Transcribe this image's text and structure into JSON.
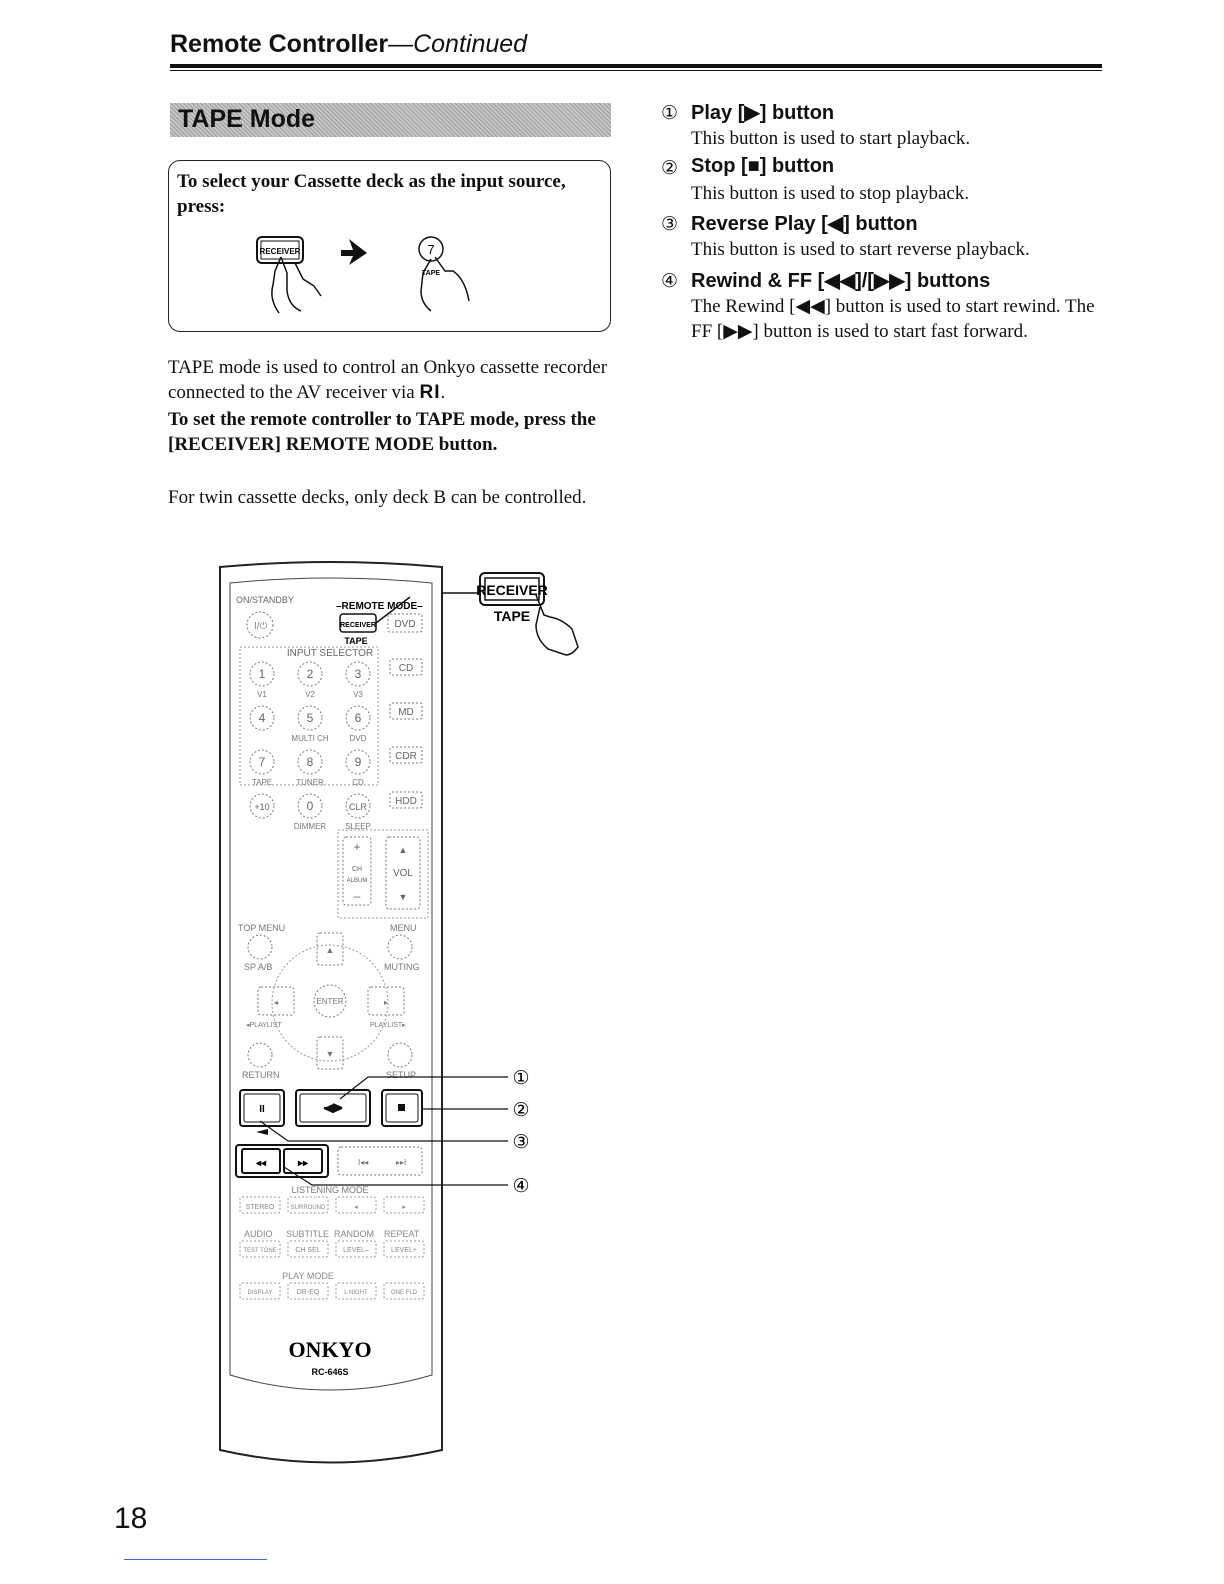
{
  "header": {
    "title": "Remote Controller",
    "title_continued": "—Continued"
  },
  "section": {
    "mode_title": "TAPE Mode"
  },
  "select_box": {
    "instruction": "To select your Cassette deck as the input source, press:",
    "receiver_key": "RECEIVER",
    "tape_key_number": "7",
    "tape_key_label": "TAPE"
  },
  "intro": {
    "paragraph": "TAPE mode is used to control an Onkyo cassette recorder connected to the AV receiver via",
    "ri_logo": "RI",
    "period": ".",
    "instruction": "To set the remote controller to TAPE mode, press the [RECEIVER] REMOTE MODE button.",
    "note": "For twin cassette decks, only deck B can be controlled."
  },
  "items": [
    {
      "number": "①",
      "title": "Play [▶] button",
      "description": "This button is used to start playback."
    },
    {
      "number": "②",
      "title": "Stop [■] button",
      "description": "This button is used to stop playback."
    },
    {
      "number": "③",
      "title": "Reverse Play [◀] button",
      "description": "This button is used to start reverse playback."
    },
    {
      "number": "④",
      "title": "Rewind & FF [◀◀]/[▶▶] buttons",
      "description": "The Rewind [◀◀] button is used to start rewind. The FF [▶▶] button is used to start fast forward."
    }
  ],
  "remote": {
    "callout_receiver": "RECEIVER",
    "callout_tape": "TAPE",
    "on_standby": "ON/STANDBY",
    "remote_mode": "–REMOTE MODE–",
    "receiver_small": "RECEIVER",
    "tape_small": "TAPE",
    "dvd": "DVD",
    "input_selector": "INPUT SELECTOR",
    "cd": "CD",
    "md": "MD",
    "cdr": "CDR",
    "hdd": "HDD",
    "num_keys": [
      "1",
      "2",
      "3",
      "4",
      "5",
      "6",
      "7",
      "8",
      "9",
      "+10",
      "0",
      "CLR"
    ],
    "num_labels": [
      "V1",
      "V2",
      "V3",
      "",
      "MULTI CH",
      "DVD",
      "TAPE",
      "TUNER",
      "CD",
      "",
      "DIMMER",
      "SLEEP"
    ],
    "ch": "CH",
    "album": "ALBUM",
    "vol": "VOL",
    "top_menu": "TOP MENU",
    "menu": "MENU",
    "sp_ab": "SP A/B",
    "muting": "MUTING",
    "enter": "ENTER",
    "playlist_left": "◂PLAYLIST",
    "playlist_right": "PLAYLIST▸",
    "return": "RETURN",
    "setup": "SETUP",
    "listening_mode": "LISTENING MODE",
    "stereo": "STEREO",
    "surround": "SURROUND",
    "audio": "AUDIO",
    "subtitle": "SUBTITLE",
    "random": "RANDOM",
    "repeat": "REPEAT",
    "test_tone": "TEST TONE",
    "ch_sel": "CH SEL",
    "level_minus": "LEVEL–",
    "level_plus": "LEVEL+",
    "play_mode": "PLAY MODE",
    "display": "DISPLAY",
    "dr_eq": "DR-EQ",
    "l_night": "L NIGHT",
    "one_fld": "ONE FLD",
    "brand": "ONKYO",
    "model": "RC-646S",
    "callouts": [
      "①",
      "②",
      "③",
      "④"
    ]
  },
  "page_number": "18"
}
